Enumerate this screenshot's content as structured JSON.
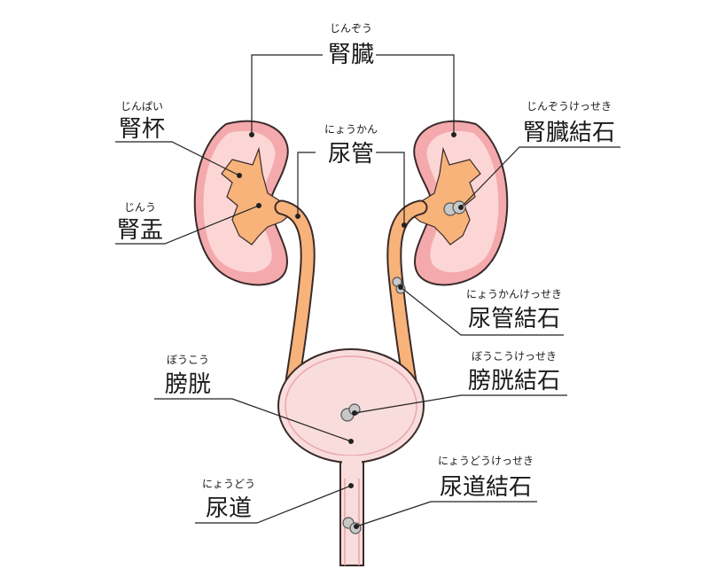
{
  "labels": {
    "kidney": {
      "ruby": "じんぞう",
      "text": "腎臓"
    },
    "calyx": {
      "ruby": "じんぱい",
      "text": "腎杯"
    },
    "pelvis": {
      "ruby": "じんう",
      "text": "腎盂"
    },
    "ureter": {
      "ruby": "にょうかん",
      "text": "尿管"
    },
    "kidney_stone": {
      "ruby": "じんぞうけっせき",
      "text": "腎臓結石"
    },
    "ureter_stone": {
      "ruby": "にょうかんけっせき",
      "text": "尿管結石"
    },
    "bladder": {
      "ruby": "ぼうこう",
      "text": "膀胱"
    },
    "bladder_stone": {
      "ruby": "ぼうこうけっせき",
      "text": "膀胱結石"
    },
    "urethra": {
      "ruby": "にょうどう",
      "text": "尿道"
    },
    "urethra_stone": {
      "ruby": "にょうどうけっせき",
      "text": "尿道結石"
    }
  },
  "colors": {
    "kidney_outer": "#f4a9ad",
    "kidney_inner": "#fbd6d4",
    "pelvis": "#f7b37a",
    "bladder": "#f9dcdc",
    "outline": "#3a2a2a",
    "stone": "#c8c8c8",
    "leader": "#222222"
  }
}
